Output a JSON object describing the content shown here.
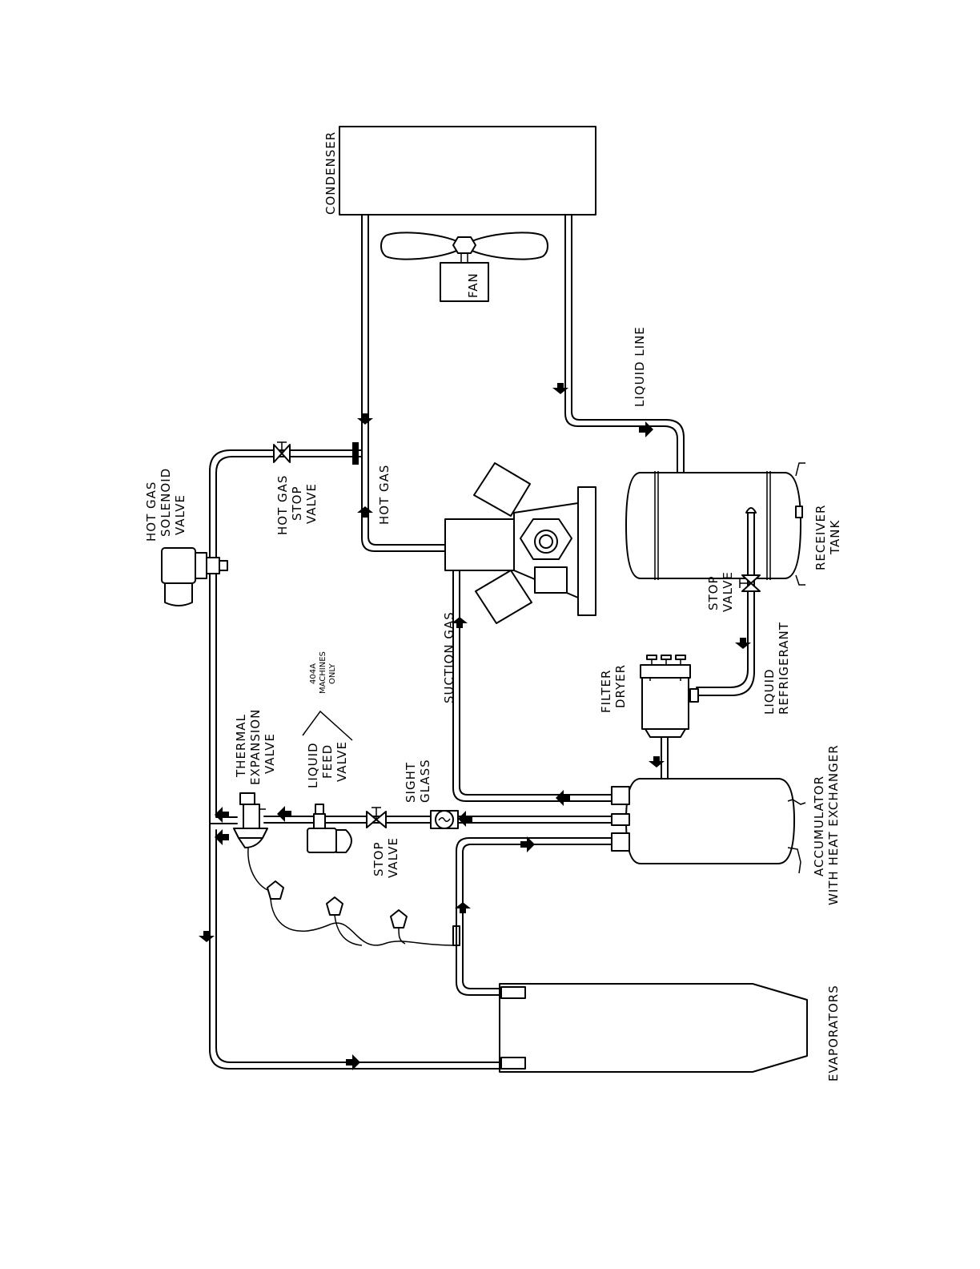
{
  "labels": {
    "condenser": "CONDENSER",
    "fan": "FAN",
    "liquid_line": "LIQUID LINE",
    "hot_gas": "HOT GAS",
    "hot_gas_stop_valve": [
      "HOT GAS",
      "STOP",
      "VALVE"
    ],
    "hot_gas_solenoid_valve": [
      "HOT GAS",
      "SOLENOID",
      "VALVE"
    ],
    "receiver_tank": [
      "RECEIVER",
      "TANK"
    ],
    "stop_valve_upper": [
      "STOP",
      "VALVE"
    ],
    "liquid_refrigerant": [
      "LIQUID",
      "REFRIGERANT"
    ],
    "suction_gas": "SUCTION GAS",
    "filter_dryer": [
      "FILTER",
      "DRYER"
    ],
    "machines_note": [
      "404A",
      "MACHINES",
      "ONLY"
    ],
    "thermal_expansion_valve": [
      "THERMAL",
      "EXPANSION",
      "VALVE"
    ],
    "liquid_feed_valve": [
      "LIQUID",
      "FEED",
      "VALVE"
    ],
    "sight_glass": [
      "SIGHT",
      "GLASS"
    ],
    "stop_valve_lower": [
      "STOP",
      "VALVE"
    ],
    "accumulator": [
      "ACCUMULATOR",
      "WITH HEAT EXCHANGER"
    ],
    "evaporators": "EVAPORATORS"
  }
}
